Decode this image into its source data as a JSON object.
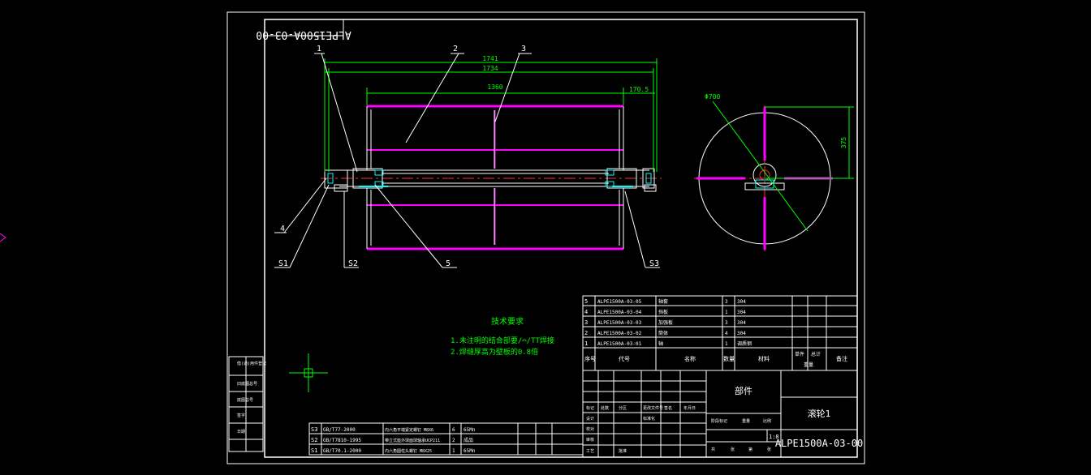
{
  "drawing": {
    "code_rotated": "ALPE1500A-03-00",
    "code": "ALPE1500A-03-00",
    "part_name": "滚轮1",
    "category": "部件",
    "scale": "1:8"
  },
  "dimensions": {
    "total_length": "1741",
    "length_2": "1734",
    "shell_length": "1360",
    "offset": "170.5",
    "diameter": "Φ700",
    "height": "375"
  },
  "callouts": [
    "1",
    "2",
    "3",
    "4",
    "5",
    "S1",
    "S2",
    "S3"
  ],
  "tech_req": {
    "title": "技术要求",
    "line1": "1.未注明的结合部要/⌓/TT焊接",
    "line2": "2.焊缝厚高为壁板的0.8倍"
  },
  "parts_list": {
    "header": {
      "no": "序号",
      "code": "代号",
      "name": "名称",
      "qty": "数量",
      "material": "材料",
      "unit_weight": "单件",
      "total_weight": "总计",
      "weight": "重量",
      "remarks": "备注"
    },
    "rows": [
      {
        "no": "5",
        "code": "ALPE1500A-03-05",
        "name": "轴套",
        "qty": "3",
        "material": "304"
      },
      {
        "no": "4",
        "code": "ALPE1500A-03-04",
        "name": "挡板",
        "qty": "1",
        "material": "304"
      },
      {
        "no": "3",
        "code": "ALPE1500A-03-03",
        "name": "加强板",
        "qty": "3",
        "material": "304"
      },
      {
        "no": "2",
        "code": "ALPE1500A-03-02",
        "name": "筒体",
        "qty": "4",
        "material": "304"
      },
      {
        "no": "1",
        "code": "ALPE1500A-03-01",
        "name": "轴",
        "qty": "1",
        "material": "调质钢"
      }
    ]
  },
  "standard_parts": [
    {
      "no": "S3",
      "code": "GB/T77-2000",
      "name": "内六角平端紧定螺钉 M8X6",
      "qty": "6",
      "material": "65Mn"
    },
    {
      "no": "S2",
      "code": "GB/T7810-1995",
      "name": "带立式座外球面球轴承UCP211",
      "qty": "2",
      "material": "成品"
    },
    {
      "no": "S1",
      "code": "GB/T70.1-2000",
      "name": "内六角圆柱头螺钉 M8X25",
      "qty": "1",
      "material": "65Mn"
    }
  ],
  "title_block": {
    "labels": [
      "设计",
      "校对",
      "审核",
      "工艺",
      "批准",
      "标记",
      "处数",
      "分区",
      "更改文件号",
      "签名",
      "年月日",
      "标准化",
      "阶段标记",
      "重量",
      "比例",
      "共",
      "张",
      "第",
      "张"
    ]
  },
  "side_strip": [
    "借(通)用件登记",
    "旧底图总号",
    "底图总号",
    "签字",
    "日期"
  ],
  "colors": {
    "white": "#ffffff",
    "green": "#00ff00",
    "magenta": "#ff00ff",
    "red": "#ff3030",
    "cyan": "#00ffff"
  }
}
